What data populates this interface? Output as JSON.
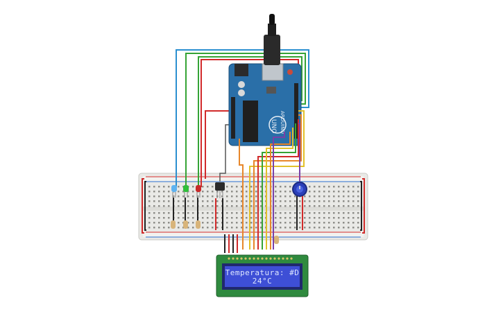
{
  "arduino": {
    "brand": "ARDUINO",
    "model": "UNO"
  },
  "lcd": {
    "line1": "Temperatura: #D",
    "line2": "24°C"
  },
  "components": {
    "leds": [
      {
        "name": "led-blue",
        "color": "#5fb3f0"
      },
      {
        "name": "led-green",
        "color": "#2fbf3a"
      },
      {
        "name": "led-red",
        "color": "#c72a2a"
      }
    ],
    "sensor": "temperature-sensor",
    "potentiometer": "potentiometer"
  },
  "colors": {
    "board": "#2a6fa8",
    "breadboard": "#e9e9e6",
    "lcd_background": "#3e4fd6",
    "lcd_frame": "#2f8a3e",
    "wire_red": "#d12a2a",
    "wire_black": "#222222",
    "wire_green": "#35a335",
    "wire_blue": "#2a8fd0",
    "wire_yellow": "#e2c02a",
    "wire_orange": "#e7862a",
    "wire_purple": "#7a3fa8"
  }
}
